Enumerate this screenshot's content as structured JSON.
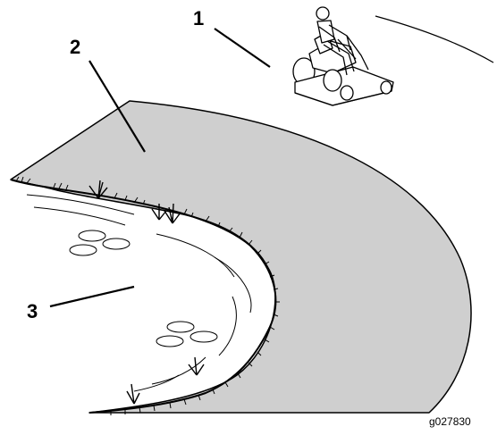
{
  "callouts": {
    "c1": "1",
    "c2": "2",
    "c3": "3"
  },
  "figure_id": "g027830",
  "icons": {
    "mower": "riding-mower-icon",
    "weeds": "weed-tuft-icon"
  },
  "colors": {
    "turf": "#cfcfcf",
    "ink": "#000000",
    "paper": "#ffffff"
  }
}
